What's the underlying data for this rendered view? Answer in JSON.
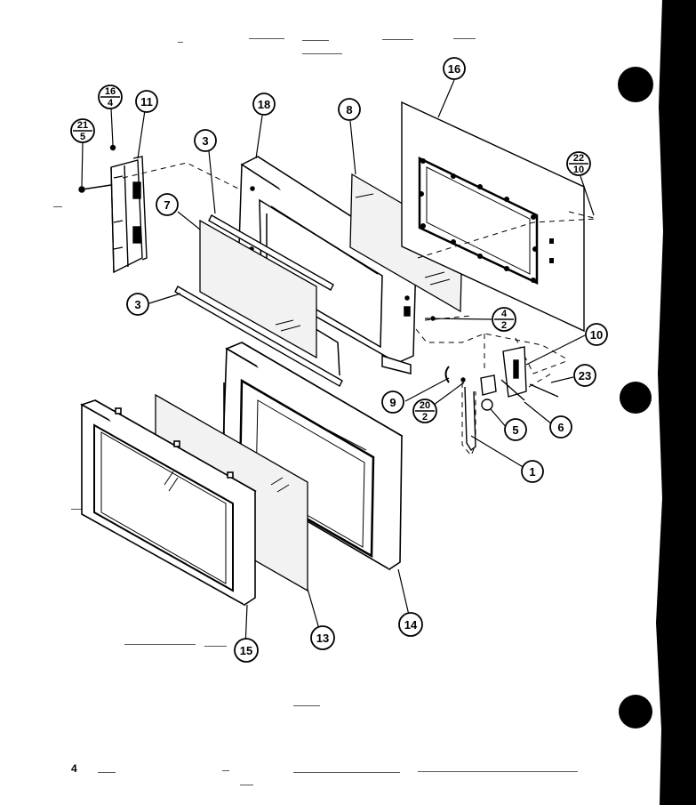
{
  "page_number": "4",
  "callouts": [
    {
      "id": "c16a",
      "top": "16",
      "bottom": "4"
    },
    {
      "id": "c11",
      "label": "11"
    },
    {
      "id": "c21",
      "top": "21",
      "bottom": "5"
    },
    {
      "id": "c18",
      "label": "18"
    },
    {
      "id": "c8",
      "label": "8"
    },
    {
      "id": "c16b",
      "label": "16"
    },
    {
      "id": "c22",
      "top": "22",
      "bottom": "10"
    },
    {
      "id": "c3a",
      "label": "3"
    },
    {
      "id": "c7",
      "label": "7"
    },
    {
      "id": "c3b",
      "label": "3"
    },
    {
      "id": "c4",
      "top": "4",
      "bottom": "2"
    },
    {
      "id": "c10",
      "label": "10"
    },
    {
      "id": "c23",
      "label": "23"
    },
    {
      "id": "c9",
      "label": "9"
    },
    {
      "id": "c20",
      "top": "20",
      "bottom": "2"
    },
    {
      "id": "c6",
      "label": "6"
    },
    {
      "id": "c5",
      "label": "5"
    },
    {
      "id": "c1",
      "label": "1"
    },
    {
      "id": "c14",
      "label": "14"
    },
    {
      "id": "c13",
      "label": "13"
    },
    {
      "id": "c15",
      "label": "15"
    }
  ],
  "colors": {
    "ink": "#000000",
    "paper": "#ffffff",
    "glass": "#e9e9e9"
  }
}
